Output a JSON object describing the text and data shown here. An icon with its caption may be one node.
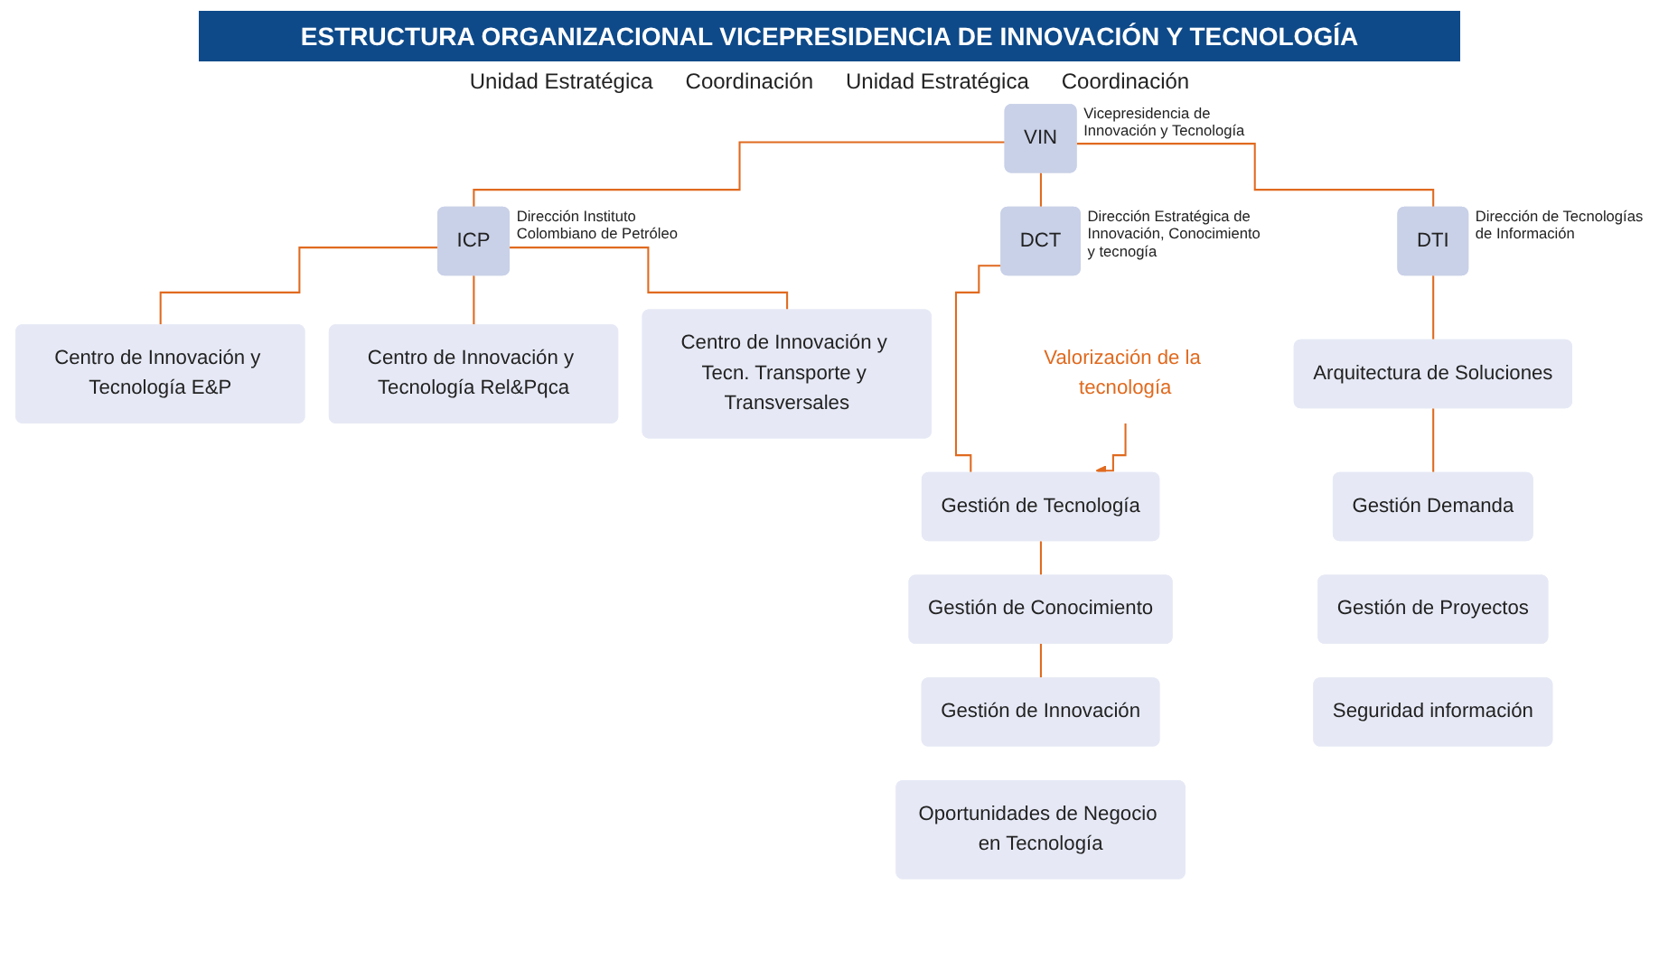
{
  "diagram": {
    "title": "ESTRUCTURA ORGANIZACIONAL VICEPRESIDENCIA DE INNOVACIÓN Y TECNOLOGÍA",
    "nodes": [
      {
        "text": [
          "VIN"
        ],
        "beside": [
          "Vicepresidencia de Innovación y Tecnología"
        ]
      },
      {
        "text": [
          "DCT"
        ],
        "beside": [
          "Dirección Estratégica de Innovación, Conocimiento y tecnogía"
        ]
      },
      {
        "text": [
          "ICP"
        ],
        "beside": [
          "Dirección Instituto Colombiano de Petróleo"
        ]
      },
      {
        "text": [
          "DTI"
        ],
        "beside": [
          "Dirección de Tecnologías de Información"
        ]
      },
      {
        "text": [
          "Gestión de Tecnología"
        ]
      },
      {
        "text": [
          "Gestión de Conocimiento"
        ]
      },
      {
        "text": [
          "Gestión de Innovación"
        ]
      },
      {
        "text": [
          "Oportunidades de Negocio en Tecnología"
        ]
      },
      {
        "text": [
          "Centro de Innovación y Tecnología E&P"
        ]
      },
      {
        "text": [
          "Centro de Innovación y Tecnología Rel&Pqca"
        ]
      },
      {
        "text": [
          "Centro de Innovación y Tecn. Transporte y Transversales"
        ]
      },
      {
        "text": [
          "Arquitectura de Soluciones"
        ]
      },
      {
        "text": [
          "Gestión Demanda"
        ]
      },
      {
        "text": [
          "Gestión de Proyectos"
        ]
      },
      {
        "text": [
          "Seguridad información"
        ]
      },
      {
        "text": [
          "Valorización de la tecnología"
        ]
      }
    ],
    "edges": [
      {
        "from": 0,
        "to": 1,
        "arrow": "none"
      },
      {
        "from": 0,
        "to": 2,
        "arrow": "none"
      },
      {
        "from": 0,
        "to": 3,
        "arrow": "none"
      },
      {
        "from": 1,
        "to": 4,
        "arrow": "none"
      },
      {
        "from": 4,
        "to": 5,
        "arrow": "none"
      },
      {
        "from": 5,
        "to": 6,
        "arrow": "none"
      },
      {
        "from": 2,
        "to": 8,
        "arrow": "none"
      },
      {
        "from": 2,
        "to": 9,
        "arrow": "none"
      },
      {
        "from": 2,
        "to": 10,
        "arrow": "none"
      },
      {
        "from": 3,
        "to": 11,
        "arrow": "none"
      },
      {
        "from": 11,
        "to": 12,
        "arrow": "none"
      },
      {
        "from": 15,
        "to": 4,
        "arrow": "to"
      }
    ],
    "labels": [
      "Unidad Estratégica",
      "Coordinación",
      "Unidad Estratégica",
      "Coordinación"
    ]
  }
}
